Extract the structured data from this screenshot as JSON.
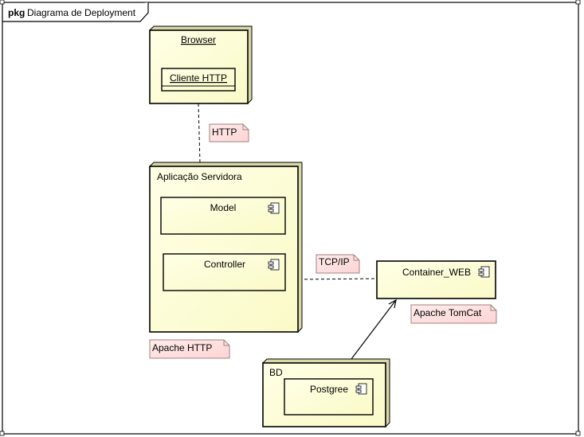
{
  "frame": {
    "keyword": "pkg",
    "title": "Diagrama de Deployment"
  },
  "nodes": {
    "browser": {
      "label": "Browser",
      "component": "Cliente HTTP"
    },
    "server": {
      "label": "Aplicação Servidora",
      "components": [
        "Model",
        "Controller"
      ]
    },
    "container": {
      "label": "Container_WEB"
    },
    "db": {
      "label": "BD",
      "component": "Postgree"
    }
  },
  "notes": {
    "http": "HTTP",
    "tcpip": "TCP/IP",
    "tomcat": "Apache TomCat",
    "apache": "Apache HTTP"
  },
  "colors": {
    "node_fill": "#ffffd9",
    "node_shade": "#f2f2c0",
    "note_fill": "#ffdede",
    "note_stroke": "#a08080",
    "line": "#000000"
  }
}
